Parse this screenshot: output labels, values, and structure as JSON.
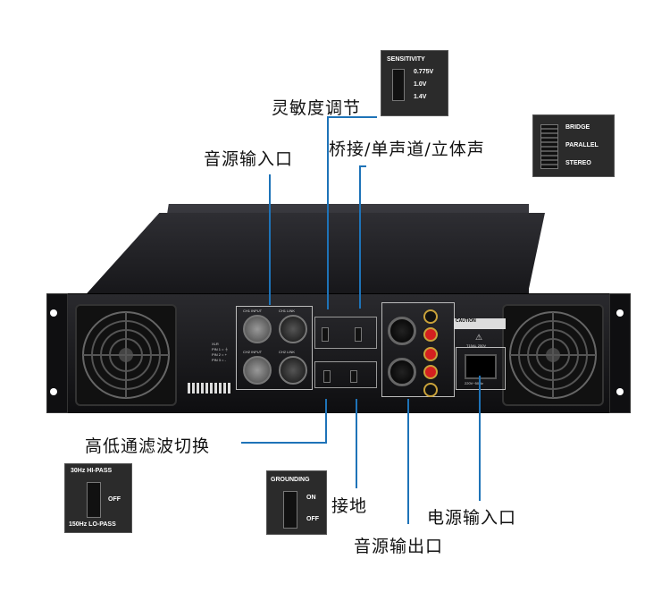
{
  "callouts": {
    "sensitivity": "灵敏度调节",
    "bridge": "桥接/单声道/立体声",
    "input": "音源输入口",
    "filter": "高低通滤波切换",
    "ground": "接地",
    "output": "音源输出口",
    "power": "电源输入口"
  },
  "insets": {
    "sensitivity": {
      "title": "SENSITIVITY",
      "options": [
        "0.775V",
        "1.0V",
        "1.4V"
      ]
    },
    "bridge": {
      "options": [
        "BRIDGE",
        "PARALLEL",
        "STEREO"
      ]
    },
    "filter": {
      "top": "30Hz HI-PASS",
      "side": "OFF",
      "bottom": "150Hz LO-PASS"
    },
    "ground": {
      "title": "GROUNDING",
      "on": "ON",
      "off": "OFF"
    }
  },
  "panel": {
    "ch1_input": "CH1 INPUT",
    "ch1_link": "CH1 LINK",
    "ch2_input": "CH2 INPUT",
    "ch2_link": "CH2 LINK",
    "xlr": "XLR",
    "pin1": "PIN 1 = ⏚",
    "pin2": "PIN 2 = +",
    "pin3": "PIN 3 = -",
    "caution": "CAUTION",
    "fuse": "T15AL 250V",
    "voltage": "220V~50Hz"
  },
  "colors": {
    "accent_line": "#1e73b8",
    "chassis": "#1a1a1c",
    "binding_red": "#d42020"
  }
}
